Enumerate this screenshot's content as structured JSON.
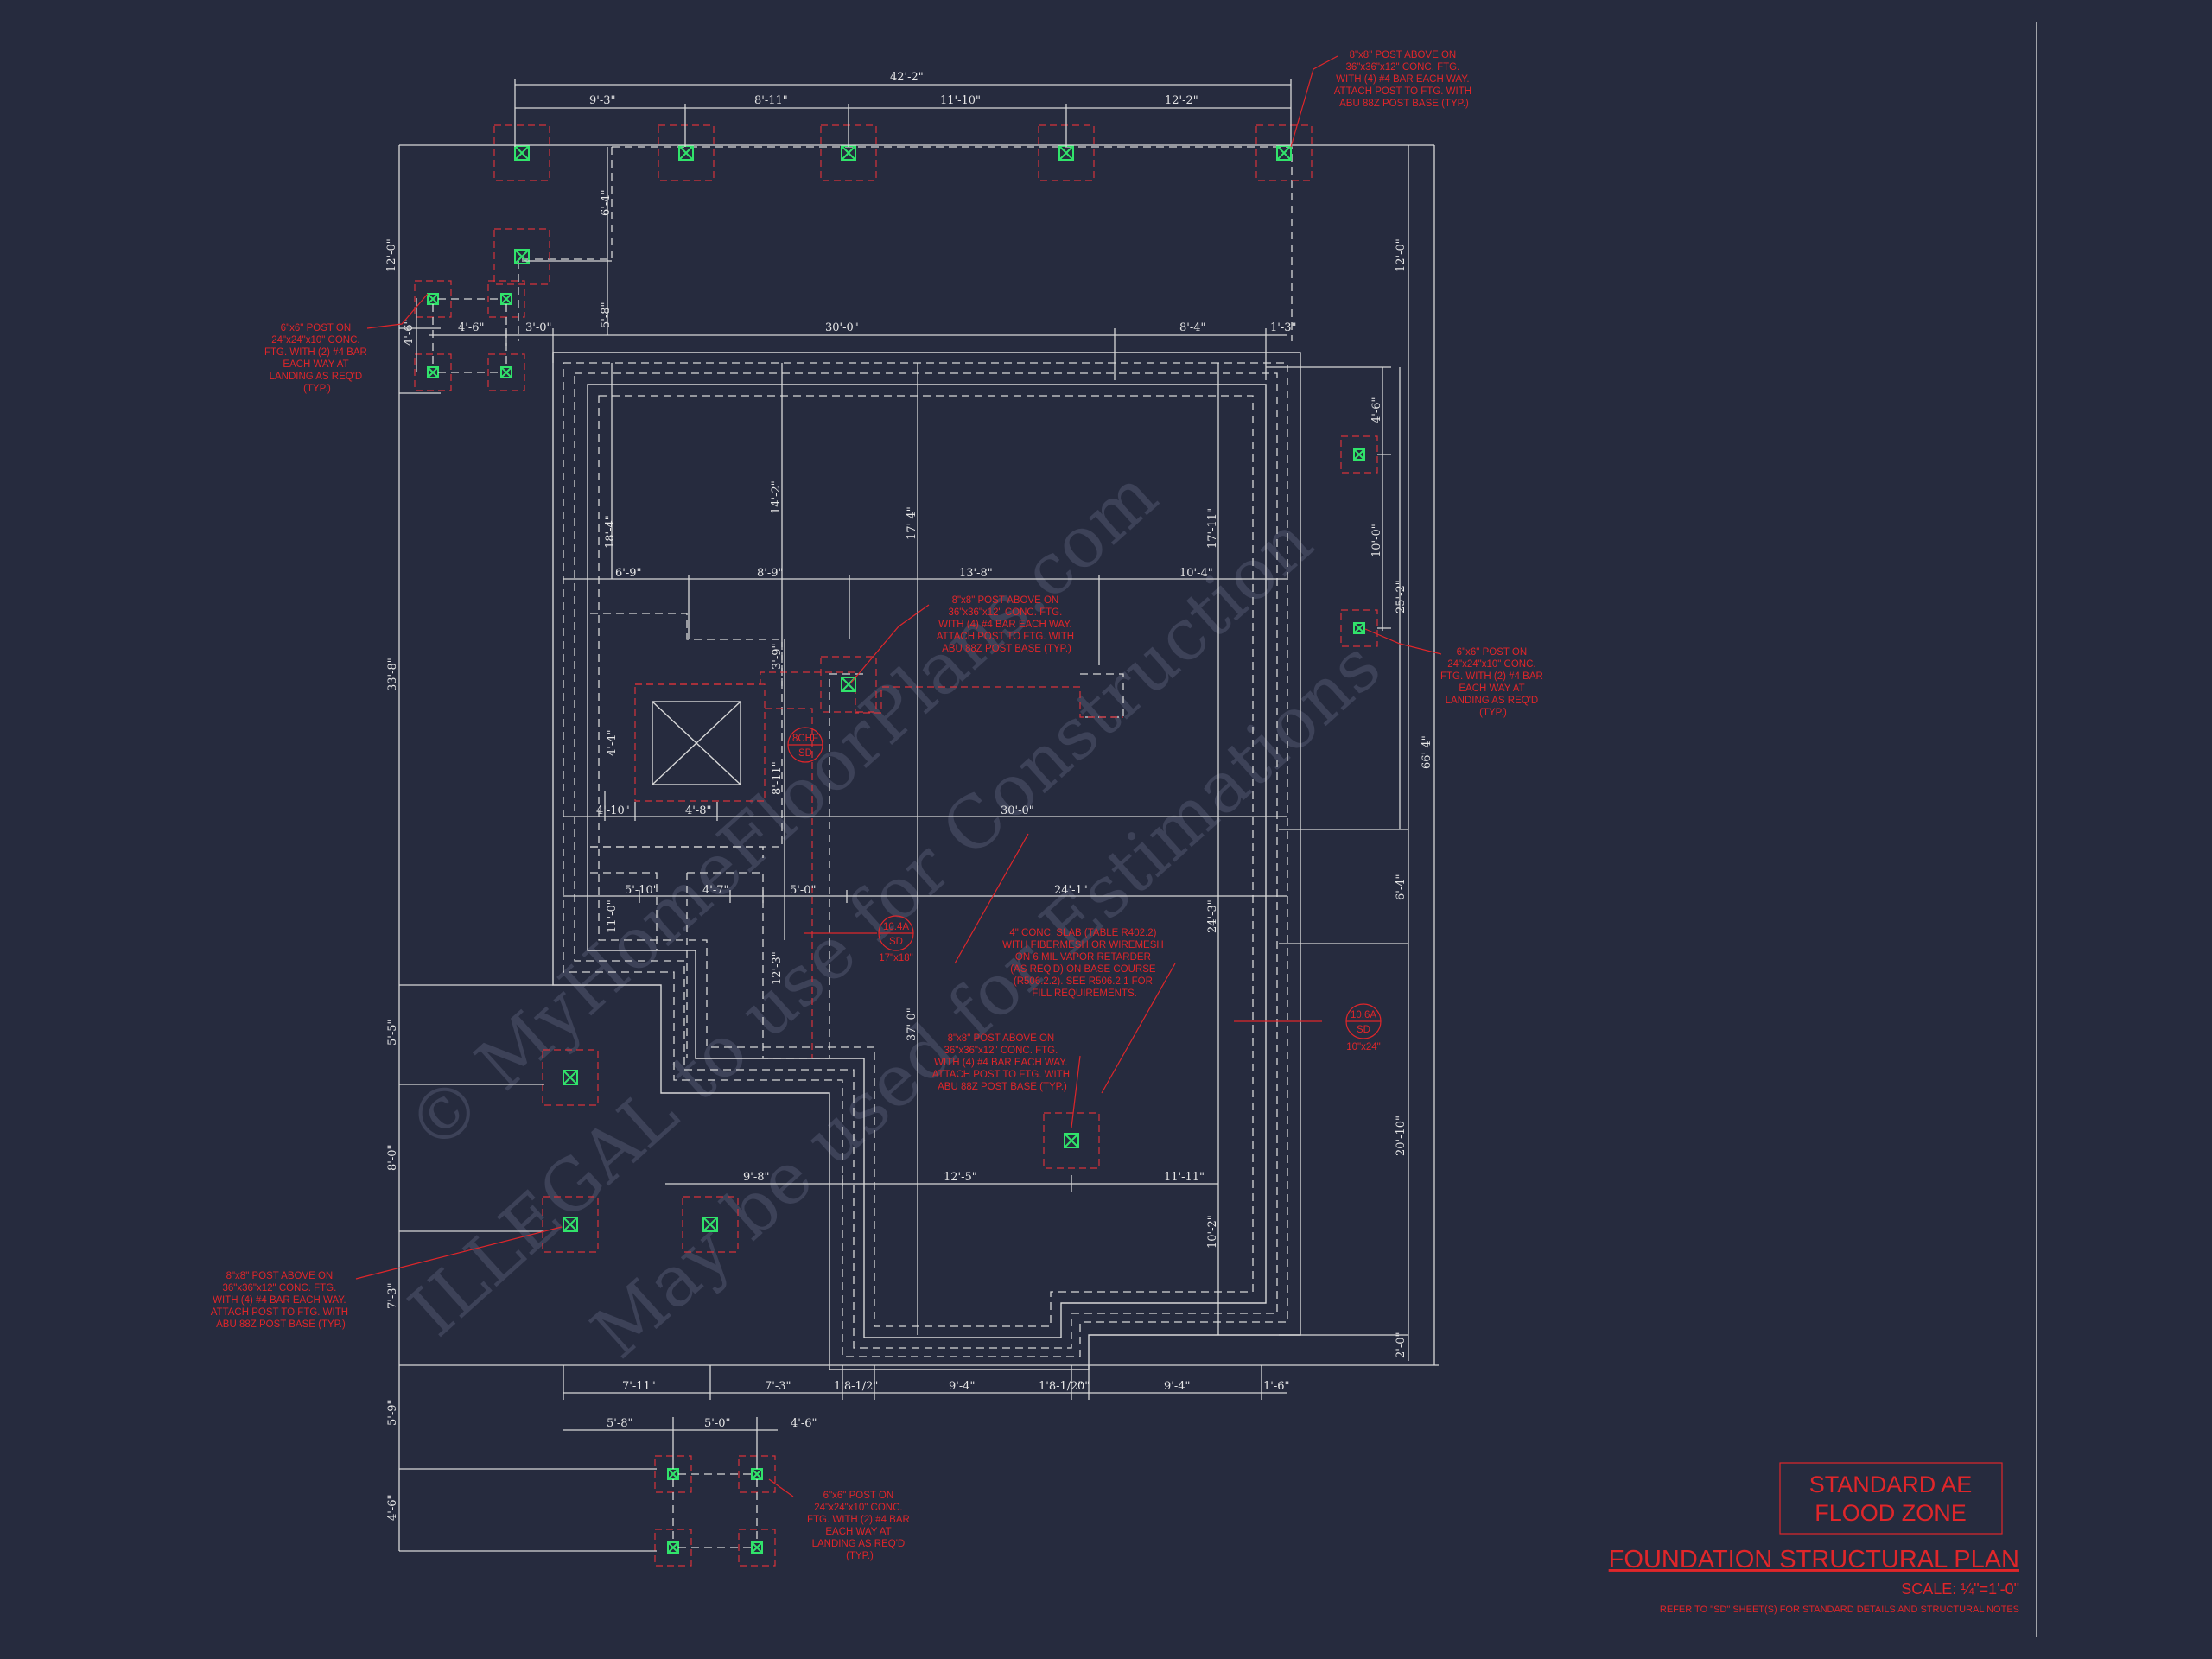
{
  "watermark": {
    "line1": "© MyHomeFloorPlans.com",
    "line2": "ILLEGAL to use for Construction",
    "line3": "May be used for Estimations"
  },
  "title_block": {
    "zone_line1": "STANDARD AE",
    "zone_line2": "FLOOD ZONE",
    "title": "FOUNDATION STRUCTURAL PLAN",
    "scale": "SCALE: ¼\"=1'-0\"",
    "refer_note": "REFER TO \"SD\" SHEET(S) FOR STANDARD DETAILS AND STRUCTURAL NOTES"
  },
  "dimensions": {
    "top_overall": "42'-2\"",
    "top_seg1": "9'-3\"",
    "top_seg2": "8'-11\"",
    "top_seg3": "11'-10\"",
    "top_seg4": "12'-2\"",
    "left_12": "12'-0\"",
    "right_12": "12'-0\"",
    "v_6_4": "6'-4\"",
    "v_5_8": "5'-8\"",
    "v_4_6_left": "4'-6\"",
    "h_4_6": "4'-6\"",
    "h_3_0": "3'-0\"",
    "h_30_0_top": "30'-0\"",
    "h_8_4": "8'-4\"",
    "h_1_3": "1'-3\"",
    "v_4_6_right": "4'-6\"",
    "v_10_0_right": "10'-0\"",
    "v_25_2": "25'-2\"",
    "v_66_4": "66'-4\"",
    "v_18_4": "18'-4\"",
    "v_14_2": "14'-2\"",
    "v_17_4": "17'-4\"",
    "v_17_11": "17'-11\"",
    "h_6_9": "6'-9\"",
    "h_8_9": "8'-9\"",
    "h_13_8": "13'-8\"",
    "h_10_4": "10'-4\"",
    "v_3_9": "3'-9\"",
    "v_4_4": "4'-4\"",
    "v_8_11": "8'-11\"",
    "h_4_10": "4'-10\"",
    "h_4_8": "4'-8\"",
    "h_30_0_mid": "30'-0\"",
    "v_33_8": "33'-8\"",
    "h_5_10": "5'-10\"",
    "h_4_7": "4'-7\"",
    "h_5_0_mid": "5'-0\"",
    "h_24_1": "24'-1\"",
    "v_11_0": "11'-0\"",
    "v_24_3": "24'-3\"",
    "v_6_4_right": "6'-4\"",
    "v_12_3": "12'-3\"",
    "v_37_0": "37'-0\"",
    "v_20_10": "20'-10\"",
    "v_5_5": "5'-5\"",
    "v_8_0": "8'-0\"",
    "h_9_8": "9'-8\"",
    "h_12_5": "12'-5\"",
    "h_11_11": "11'-11\"",
    "v_10_2": "10'-2\"",
    "v_7_3": "7'-3\"",
    "v_2_0": "2'-0\"",
    "h_7_11": "7'-11\"",
    "h_7_3": "7'-3\"",
    "h_1_8a": "1'8-1/2\"",
    "h_9_4a": "9'-4\"",
    "h_1_8b": "1'8-1/2\"",
    "h_0": "0\"",
    "h_9_4b": "9'-4\"",
    "h_1_6": "1'-6\"",
    "v_5_9": "5'-9\"",
    "h_5_8": "5'-8\"",
    "h_5_0_bot": "5'-0\"",
    "h_4_6_bot": "4'-6\"",
    "v_4_6_bot": "4'-6\""
  },
  "notes": {
    "n1": [
      "8\"x8\" POST ABOVE ON",
      "36\"x36\"x12\" CONC. FTG.",
      "WITH (4) #4 BAR EACH WAY.",
      "ATTACH POST TO FTG. WITH",
      "ABU 88Z POST BASE (TYP.)"
    ],
    "n2": [
      "6\"x6\" POST ON",
      "24\"x24\"x10\" CONC.",
      "FTG. WITH (2) #4 BAR",
      "EACH WAY AT",
      "LANDING AS REQ'D",
      "(TYP.)"
    ],
    "n3": [
      "8\"x8\" POST ABOVE ON",
      "36\"x36\"x12\" CONC. FTG.",
      "WITH (4) #4 BAR EACH WAY.",
      "ATTACH POST TO FTG. WITH",
      "ABU 88Z POST BASE (TYP.)"
    ],
    "n4": [
      "6\"x6\" POST ON",
      "24\"x24\"x10\" CONC.",
      "FTG. WITH (2) #4 BAR",
      "EACH WAY AT",
      "LANDING AS REQ'D",
      "(TYP.)"
    ],
    "n5": [
      "4\" CONC. SLAB (TABLE R402.2)",
      "WITH FIBERMESH OR WIREMESH",
      "ON 6 MIL VAPOR RETARDER",
      "(AS REQ'D) ON BASE COURSE",
      "(R506.2.2). SEE R506.2.1 FOR",
      "FILL REQUIREMENTS."
    ],
    "n6": [
      "8\"x8\" POST ABOVE ON",
      "36\"x36\"x12\" CONC. FTG.",
      "WITH (4) #4 BAR EACH WAY.",
      "ATTACH POST TO FTG. WITH",
      "ABU 88Z POST BASE (TYP.)"
    ],
    "n7": [
      "8\"x8\" POST ABOVE ON",
      "36\"x36\"x12\" CONC. FTG.",
      "WITH (4) #4 BAR EACH WAY.",
      "ATTACH POST TO FTG. WITH",
      "ABU 88Z POST BASE (TYP.)"
    ],
    "n8": [
      "6\"x6\" POST ON",
      "24\"x24\"x10\" CONC.",
      "FTG. WITH (2) #4 BAR",
      "EACH WAY AT",
      "LANDING AS REQ'D",
      "(TYP.)"
    ]
  },
  "tags": {
    "t1_top": "8CHF",
    "t1_bot": "SD",
    "t2_top": "10.4A",
    "t2_bot": "SD",
    "t2_note": "17\"x18\"",
    "t3_top": "10.6A",
    "t3_bot": "SD",
    "t3_note": "10\"x24\""
  }
}
